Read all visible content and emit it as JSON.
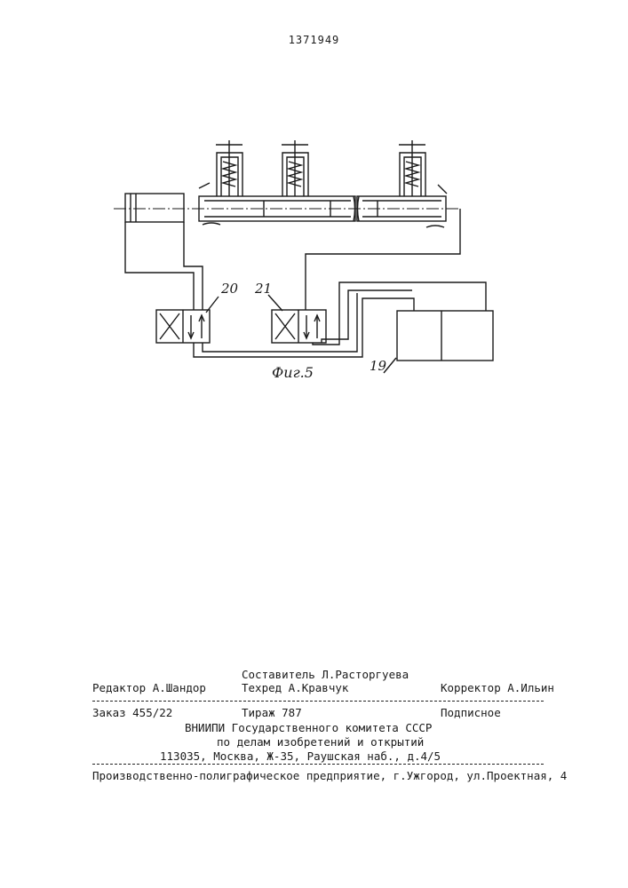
{
  "page_number": "1371949",
  "figure": {
    "labels": {
      "valve_20": "20",
      "valve_21": "21",
      "unit_19": "19"
    },
    "caption": "Фиг.5"
  },
  "footer": {
    "compiler": "Составитель Л.Расторгуева",
    "editor": "Редактор А.Шандор",
    "techred": "Техред А.Кравчук",
    "corrector": "Корректор А.Ильин",
    "order": "Заказ 455/22",
    "circulation": "Тираж 787",
    "subscription": "Подписное",
    "org_line1": "ВНИИПИ Государственного комитета СССР",
    "org_line2": "по делам изобретений и открытий",
    "org_line3": "113035, Москва, Ж-35, Раушская наб., д.4/5",
    "printer": "Производственно-полиграфическое предприятие, г.Ужгород, ул.Проектная, 4"
  }
}
